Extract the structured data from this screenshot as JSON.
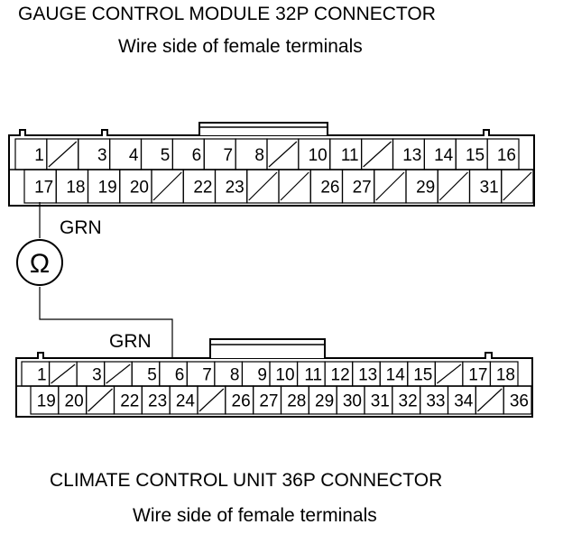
{
  "gauge_connector": {
    "title": "GAUGE CONTROL MODULE 32P CONNECTOR",
    "subtitle": "Wire side of female terminals",
    "top_row": [
      "1",
      "",
      "3",
      "4",
      "5",
      "6",
      "7",
      "8",
      "",
      "10",
      "11",
      "",
      "13",
      "14",
      "15",
      "16"
    ],
    "bottom_row": [
      "17",
      "18",
      "19",
      "20",
      "",
      "22",
      "23",
      "",
      "",
      "26",
      "27",
      "",
      "29",
      "",
      "31",
      ""
    ]
  },
  "climate_connector": {
    "title": "CLIMATE CONTROL UNIT 36P CONNECTOR",
    "subtitle": "Wire side of female terminals",
    "top_row": [
      "1",
      "",
      "3",
      "",
      "5",
      "6",
      "7",
      "8",
      "9",
      "10",
      "11",
      "12",
      "13",
      "14",
      "15",
      "",
      "17",
      "18"
    ],
    "bottom_row": [
      "19",
      "20",
      "",
      "22",
      "23",
      "24",
      "",
      "26",
      "27",
      "28",
      "29",
      "30",
      "31",
      "32",
      "33",
      "34",
      "",
      "36"
    ]
  },
  "wire": {
    "top_label": "GRN",
    "bottom_label": "GRN"
  },
  "meter": {
    "symbol": "Ω",
    "icon": "ohmmeter-icon"
  }
}
